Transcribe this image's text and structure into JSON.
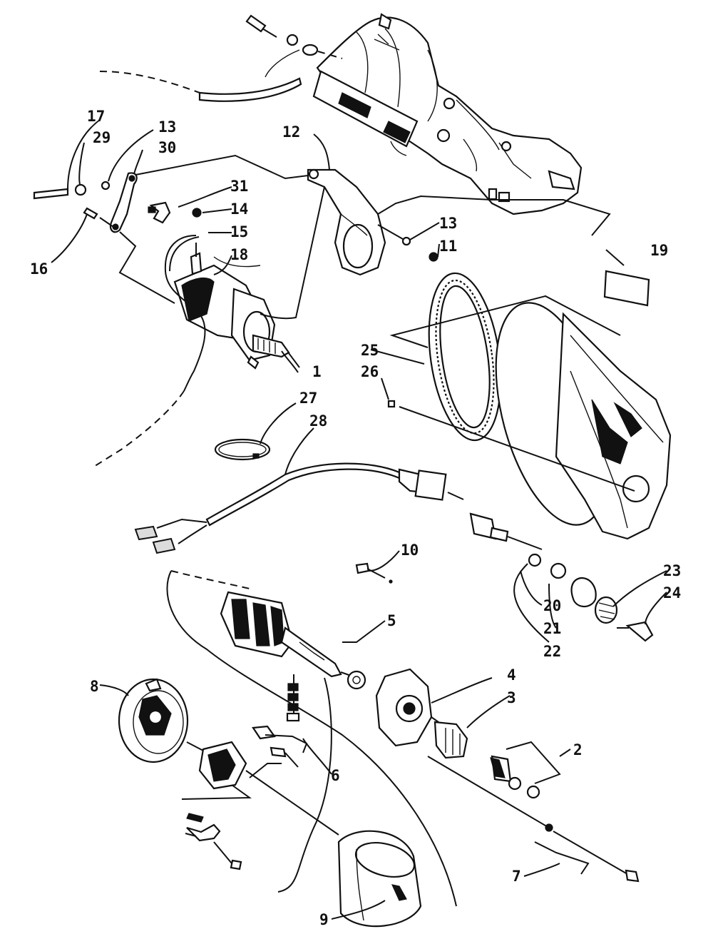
{
  "diagram": {
    "callouts": {
      "c1": "1",
      "c2": "2",
      "c3": "3",
      "c4": "4",
      "c5": "5",
      "c6": "6",
      "c7": "7",
      "c8": "8",
      "c9": "9",
      "c10": "10",
      "c11": "11",
      "c12": "12",
      "c13a": "13",
      "c13b": "13",
      "c14": "14",
      "c15": "15",
      "c16": "16",
      "c17": "17",
      "c18": "18",
      "c19": "19",
      "c20": "20",
      "c21": "21",
      "c22": "22",
      "c23": "23",
      "c24": "24",
      "c25": "25",
      "c26": "26",
      "c27": "27",
      "c28": "28",
      "c29": "29",
      "c30": "30",
      "c31": "31"
    },
    "line_color": "#111111",
    "background": "#ffffff"
  }
}
